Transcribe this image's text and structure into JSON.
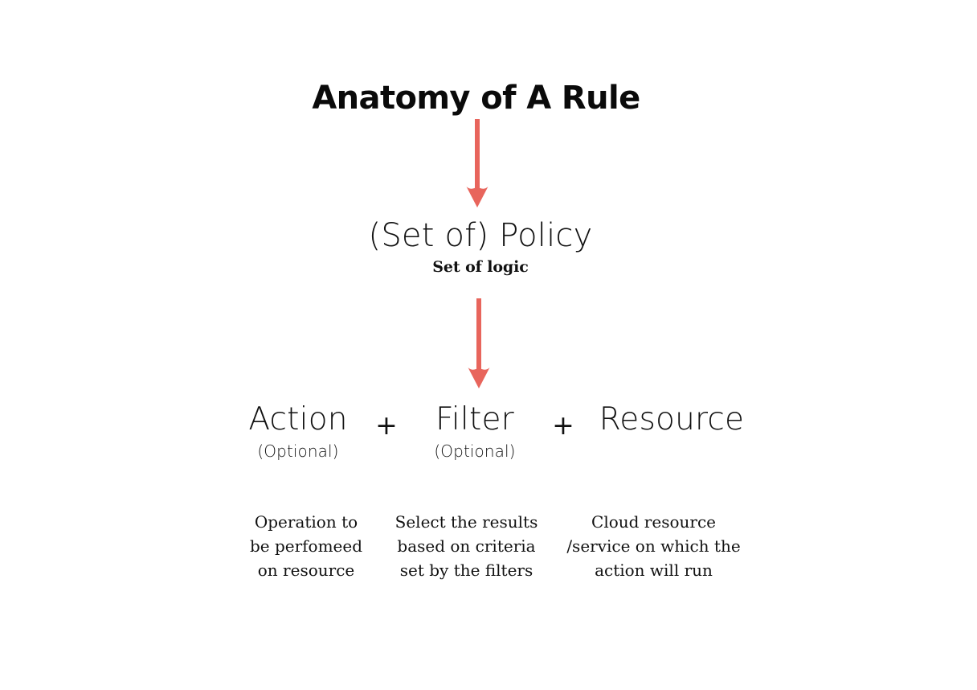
{
  "theme": {
    "background": "#ffffff",
    "text": "#111111",
    "arrow": "#e8655c"
  },
  "title": "Anatomy of A Rule",
  "arrows": [
    {
      "name": "arrow-title-to-policy",
      "color": "#e8655c"
    },
    {
      "name": "arrow-policy-to-terms",
      "color": "#e8655c"
    }
  ],
  "policy": {
    "label": "(Set of) Policy",
    "sublabel": "Set of logic"
  },
  "terms": [
    {
      "word": "Action",
      "optional": "(Optional)",
      "description": "Operation to\nbe perfomeed\non resource"
    },
    {
      "word": "Filter",
      "optional": "(Optional)",
      "description": "Select the results\nbased on criteria\nset by the filters"
    },
    {
      "word": "Resource",
      "optional": "",
      "description": "Cloud resource\n/service on which the\naction will run"
    }
  ],
  "operators": {
    "plus": "+"
  }
}
